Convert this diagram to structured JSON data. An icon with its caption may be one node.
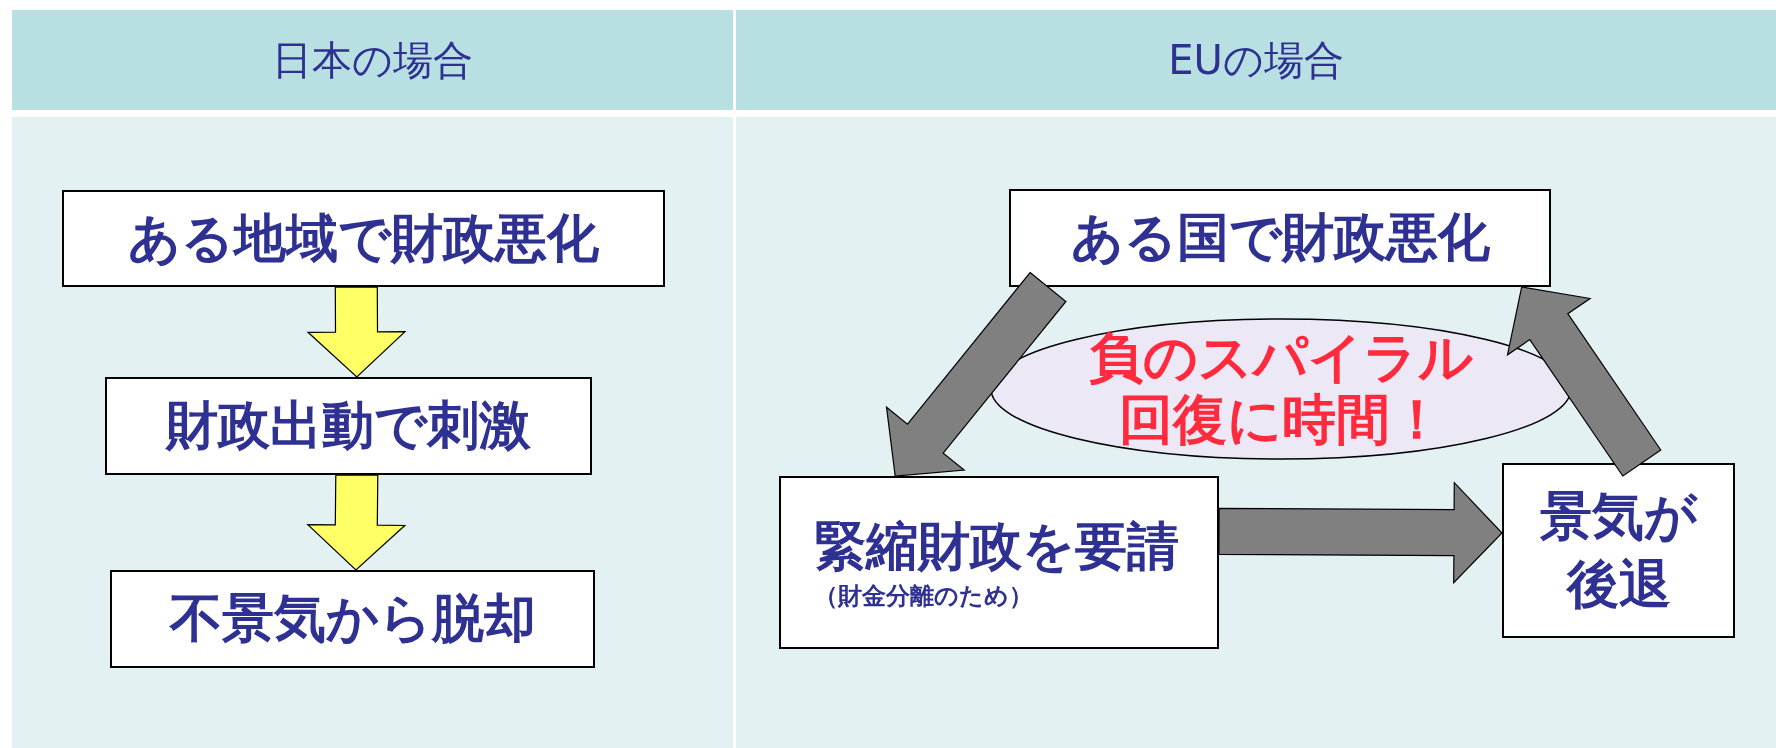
{
  "diagram": {
    "nodes": [
      {
        "text": [
          "日本の場合"
        ]
      },
      {
        "text": [
          "EUの場合"
        ]
      },
      {
        "text": [
          "ある地域で財政悪化"
        ]
      },
      {
        "text": [
          "財政出動で刺激"
        ]
      },
      {
        "text": [
          "不景気から脱却"
        ]
      },
      {
        "text": [
          "ある国で財政悪化"
        ]
      },
      {
        "text": [
          "負のスパイラル",
          "回復に時間！"
        ]
      },
      {
        "text": [
          "緊縮財政を要請",
          "（財金分離のため）"
        ]
      },
      {
        "text": [
          "景気が後退"
        ]
      }
    ],
    "edges": [
      {
        "from": 2,
        "to": 3,
        "arrow": "to",
        "color": "#ffff66"
      },
      {
        "from": 3,
        "to": 4,
        "arrow": "to",
        "color": "#ffff66"
      },
      {
        "from": 5,
        "to": 7,
        "arrow": "to"
      },
      {
        "from": 7,
        "to": 8,
        "arrow": "to"
      },
      {
        "from": 8,
        "to": 5,
        "arrow": "to"
      }
    ]
  }
}
